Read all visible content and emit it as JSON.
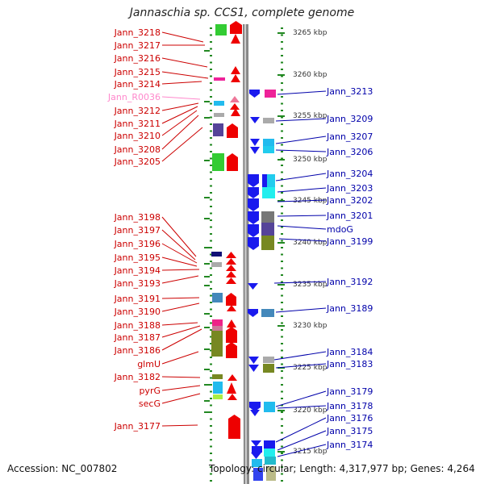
{
  "title": "Jannaschia sp. CCS1, complete genome",
  "accession": {
    "label": "Accession:",
    "value": "NC_007802"
  },
  "topology": {
    "topology_label": "Topology:",
    "topology_value": "circular",
    "length_label": "Length:",
    "length_value": "4,317,977 bp",
    "genes_label": "Genes:",
    "genes_value": "4,264"
  },
  "colors": {
    "left_labels": "#cc0000",
    "right_labels": "#0000aa",
    "rna_label": "#ff88cc",
    "ticks": "#228822",
    "backbone": "#888888"
  },
  "scale_unit": "kbp",
  "scale_marks": [
    3265,
    3260,
    3255,
    3250,
    3245,
    3240,
    3235,
    3230,
    3225,
    3220,
    3215
  ],
  "left_genes": [
    "Jann_3218",
    "Jann_3217",
    "Jann_3216",
    "Jann_3215",
    "Jann_3214",
    "Jann_R0036",
    "Jann_3212",
    "Jann_3211",
    "Jann_3210",
    "Jann_3208",
    "Jann_3205",
    "Jann_3198",
    "Jann_3197",
    "Jann_3196",
    "Jann_3195",
    "Jann_3194",
    "Jann_3193",
    "Jann_3191",
    "Jann_3190",
    "Jann_3188",
    "Jann_3187",
    "Jann_3186",
    "glmU",
    "Jann_3182",
    "pyrG",
    "secG",
    "Jann_3177"
  ],
  "right_genes": [
    "Jann_3213",
    "Jann_3209",
    "Jann_3207",
    "Jann_3206",
    "Jann_3204",
    "Jann_3203",
    "Jann_3202",
    "Jann_3201",
    "mdoG",
    "Jann_3199",
    "Jann_3192",
    "Jann_3189",
    "Jann_3184",
    "Jann_3183",
    "Jann_3179",
    "Jann_3178",
    "Jann_3176",
    "Jann_3175",
    "Jann_3174"
  ]
}
